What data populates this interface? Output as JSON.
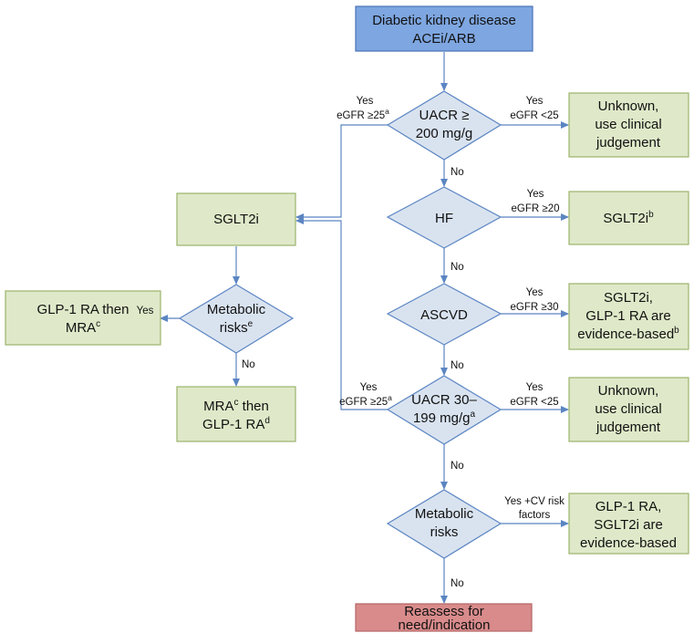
{
  "colors": {
    "start_fill": "#7ea6e0",
    "start_stroke": "#4a73b8",
    "green_fill": "#dfe9c9",
    "green_stroke": "#9bb36a",
    "decision_fill": "#d9e3f0",
    "decision_stroke": "#5b85c2",
    "end_fill": "#d98b8b",
    "end_stroke": "#b56464",
    "arrow": "#5b85c2"
  },
  "nodes": {
    "start": {
      "line1": "Diabetic kidney disease",
      "line2": "ACEi/ARB"
    },
    "d_uacr200": {
      "line1": "UACR ≥",
      "line2": "200 mg/g"
    },
    "unknown1": {
      "line1": "Unknown,",
      "line2": "use clinical",
      "line3": "judgement"
    },
    "sglt2i": {
      "label": "SGLT2i"
    },
    "d_hf": {
      "label": "HF"
    },
    "sglt2i_b": {
      "label": "SGLT2i",
      "sup": "b"
    },
    "d_metabolic_e": {
      "line1": "Metabolic",
      "line2": "risks",
      "sup": "e"
    },
    "glp1_mra": {
      "line1": "GLP-1 RA then",
      "line2": "MRA",
      "sup": "c"
    },
    "d_ascvd": {
      "label": "ASCVD"
    },
    "sglt2i_glp1": {
      "line1": "SGLT2i,",
      "line2": "GLP-1 RA are",
      "line3": "evidence-based",
      "sup": "b"
    },
    "mra_glp1": {
      "line1a": "MRA",
      "sup1": "c",
      "line1b": " then",
      "line2": "GLP-1 RA",
      "sup2": "d"
    },
    "d_uacr30": {
      "line1": "UACR 30–",
      "line2": "199 mg/g",
      "sup": "a"
    },
    "unknown2": {
      "line1": "Unknown,",
      "line2": "use clinical",
      "line3": "judgement"
    },
    "d_metabolic": {
      "line1": "Metabolic",
      "line2": "risks"
    },
    "glp1_sglt2": {
      "line1": "GLP-1 RA,",
      "line2": "SGLT2i are",
      "line3": "evidence-based"
    },
    "reassess": {
      "line1": "Reassess for",
      "line2": "need/indication"
    }
  },
  "labels": {
    "l1_yes": "Yes",
    "l1_egfr": "eGFR ≥25",
    "l1_sup": "a",
    "r1_yes": "Yes",
    "r1_egfr": "eGFR <25",
    "no1": "No",
    "hf_yes": "Yes",
    "hf_egfr": "eGFR ≥20",
    "no2": "No",
    "met_yes": "Yes",
    "met_no": "No",
    "ascvd_yes": "Yes",
    "ascvd_egfr": "eGFR ≥30",
    "no3": "No",
    "l2_yes": "Yes",
    "l2_egfr": "eGFR ≥25",
    "l2_sup": "a",
    "r2_yes": "Yes",
    "r2_egfr": "eGFR <25",
    "no4": "No",
    "cv_line1": "Yes +CV risk",
    "cv_line2": "factors",
    "no5": "No"
  }
}
